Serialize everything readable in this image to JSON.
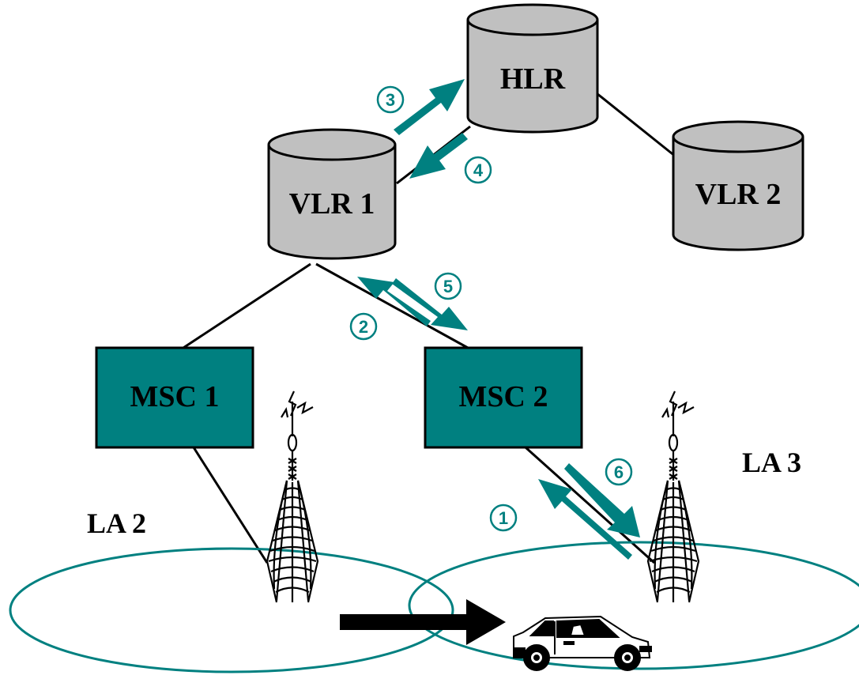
{
  "colors": {
    "teal": "#008080",
    "cylinder_fill": "#c0c0c0",
    "line": "#000000",
    "background": "#ffffff"
  },
  "databases": {
    "hlr": {
      "label": "HLR"
    },
    "vlr1": {
      "label": "VLR 1"
    },
    "vlr2": {
      "label": "VLR 2"
    }
  },
  "switches": {
    "msc1": {
      "label": "MSC 1"
    },
    "msc2": {
      "label": "MSC 2"
    }
  },
  "location_areas": {
    "la2": {
      "label": "LA 2"
    },
    "la3": {
      "label": "LA 3"
    }
  },
  "steps": [
    "1",
    "2",
    "3",
    "4",
    "5",
    "6"
  ],
  "icons": {
    "antenna": "antenna-tower-icon",
    "car": "car-icon",
    "movement": "movement-arrow-icon"
  }
}
